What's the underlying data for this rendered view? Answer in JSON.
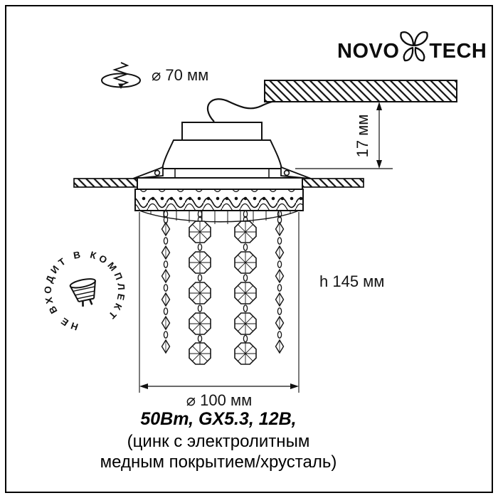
{
  "brand": {
    "logo_left": "NOVO",
    "logo_right": "TECH",
    "logo_icon": "novotech-clover-icon"
  },
  "dimensions": {
    "cutout_diameter": "⌀ 70 мм",
    "recess_depth": "17 мм",
    "pendant_height": "h 145 мм",
    "body_diameter": "⌀ 100 мм"
  },
  "badge": {
    "circular_text": "НЕ ВХОДИТ В КОМПЛЕКТ",
    "center_icon": "mr16-lamp-icon"
  },
  "specs": {
    "line1": "50Вт, GX5.3, 12В,",
    "line2": "(цинк с электролитным",
    "line3": "медным покрытием/хрусталь)"
  },
  "colors": {
    "ink": "#111111",
    "background": "#ffffff"
  }
}
